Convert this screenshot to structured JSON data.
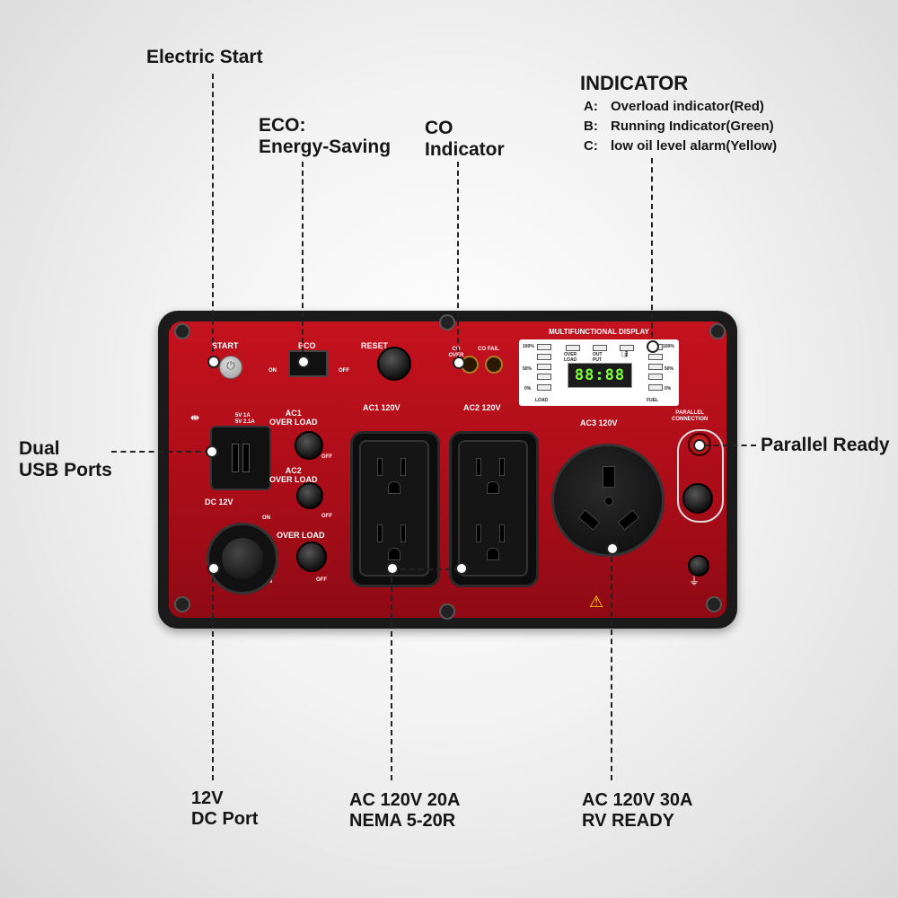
{
  "callouts": {
    "electric_start": "Electric Start",
    "eco_line1": "ECO:",
    "eco_line2": "Energy-Saving",
    "co_line1": "CO",
    "co_line2": "Indicator",
    "indicator_title": "INDICATOR",
    "indicator_items": [
      {
        "key": "A:",
        "text": "Overload indicator(Red)"
      },
      {
        "key": "B:",
        "text": "Running Indicator(Green)"
      },
      {
        "key": "C:",
        "text": "low oil level alarm(Yellow)"
      }
    ],
    "usb_line1": "Dual",
    "usb_line2": "USB Ports",
    "parallel": "Parallel Ready",
    "dc_line1": "12V",
    "dc_line2": "DC Port",
    "ac20_line1": "AC 120V 20A",
    "ac20_line2": "NEMA 5-20R",
    "ac30_line1": "AC 120V 30A",
    "ac30_line2": "RV READY"
  },
  "panel": {
    "start": "START",
    "eco": "ECO",
    "on": "ON",
    "off": "OFF",
    "reset": "RESET",
    "co_over": "CO OVER",
    "co_fail": "CO FAIL",
    "display_title": "MULTIFUNCTIONAL DISPLAY",
    "lcd": "88:88",
    "d_100": "100%",
    "d_50": "50%",
    "d_0": "0%",
    "d_overload": "OVER LOAD",
    "d_output": "OUT PUT",
    "d_load": "LOAD",
    "d_fuel": "FUEL",
    "usb_spec1": "5V 1A",
    "usb_spec2": "5V 2.1A",
    "ac1_overload_1": "AC1",
    "ac1_overload_2": "OVER LOAD",
    "ac2_overload_1": "AC2",
    "ac2_overload_2": "OVER LOAD",
    "overload": "OVER LOAD",
    "dc12v": "DC 12V",
    "ac1_label": "AC1 120V",
    "ac2_label": "AC2 120V",
    "ac3_label": "AC3 120V",
    "parallel_1": "PARALLEL",
    "parallel_2": "CONNECTION"
  }
}
